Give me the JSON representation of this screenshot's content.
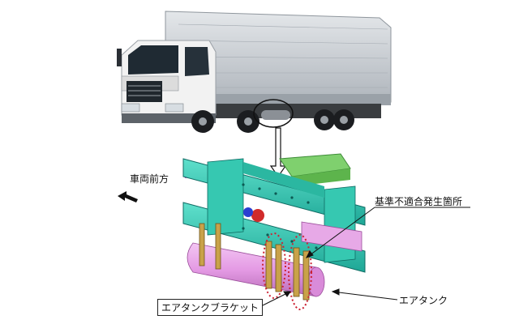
{
  "labels": {
    "vehicle_front": "車両前方",
    "nonconformity": "基準不適合発生箇所",
    "air_tank_bracket": "エアタンクブラケット",
    "air_tank": "エアタンク"
  },
  "colors": {
    "frame": "#2fc7b0",
    "frame_dark": "#1a8f86",
    "air_tank": "#e69be6",
    "bracket": "#c9a24a",
    "highlight_circle": "#cc2233",
    "truck_cab": "#f2f2f2",
    "cargo_body": "#c7ccd2"
  },
  "icons": [
    "arrow-left-icon"
  ]
}
